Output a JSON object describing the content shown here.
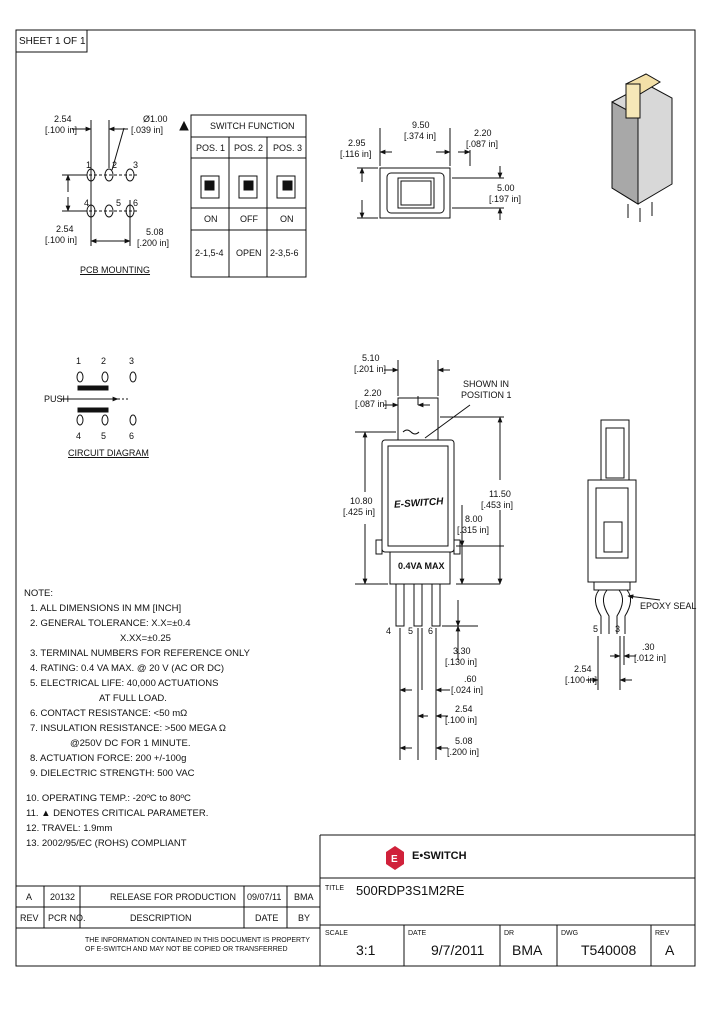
{
  "sheet_tag": "SHEET 1 OF 1",
  "pcb": {
    "dim_pitch_mm": "2.54",
    "dim_pitch_in": "[.100 in]",
    "dim_hole_mm": "Ø1.00",
    "dim_hole_in": "[.039 in]",
    "dim_pitch2_mm": "2.54",
    "dim_pitch2_in": "[.100 in]",
    "dim_span_mm": "5.08",
    "dim_span_in": "[.200 in]",
    "pins_top": [
      "1",
      "2",
      "3"
    ],
    "pins_bottom": [
      "4",
      "5",
      "6"
    ],
    "caption": "PCB MOUNTING"
  },
  "switch_function": {
    "title": "SWITCH FUNCTION",
    "headers": [
      "POS. 1",
      "POS. 2",
      "POS. 3"
    ],
    "states": [
      "ON",
      "OFF",
      "ON"
    ],
    "circuits": [
      "2-1,5-4",
      "OPEN",
      "2-3,5-6"
    ]
  },
  "top_view": {
    "width_mm": "9.50",
    "width_in": "[.374 in]",
    "side_mm": "2.20",
    "side_in": "[.087 in]",
    "height_mm": "2.95",
    "height_in": "[.116 in]",
    "depth_mm": "5.00",
    "depth_in": "[.197 in]"
  },
  "circuit": {
    "pins_top": [
      "1",
      "2",
      "3"
    ],
    "pins_bottom": [
      "4",
      "5",
      "6"
    ],
    "push_label": "PUSH",
    "caption": "CIRCUIT DIAGRAM"
  },
  "front_view": {
    "w_mm": "5.10",
    "w_in": "[.201 in]",
    "act_mm": "2.20",
    "act_in": "[.087 in]",
    "callout": [
      "SHOWN IN",
      "POSITION 1"
    ],
    "h_mm": "10.80",
    "h_in": "[.425 in]",
    "h2_mm": "11.50",
    "h2_in": "[.453 in]",
    "body_mm": "8.00",
    "body_in": "[.315 in]",
    "brand": "E-SWITCH",
    "rating": "0.4VA MAX",
    "pins": [
      "4",
      "5",
      "6"
    ],
    "pin_mm": "3.30",
    "pin_in": "[.130 in]",
    "pin_w_mm": ".60",
    "pin_w_in": "[.024 in]",
    "pitch_mm": "2.54",
    "pitch_in": "[.100 in]",
    "span_mm": "5.08",
    "span_in": "[.200 in]"
  },
  "side_view": {
    "callout": "EPOXY SEAL",
    "pins": [
      "5",
      "3"
    ],
    "gap_mm": ".30",
    "gap_in": "[.012 in]",
    "pitch_mm": "2.54",
    "pitch_in": "[.100 in]"
  },
  "notes": {
    "title": "NOTE:",
    "lines": [
      "1. ALL DIMENSIONS IN MM [INCH]",
      "2. GENERAL TOLERANCE: X.X=±0.4",
      "X.XX=±0.25",
      "3. TERMINAL NUMBERS FOR REFERENCE ONLY",
      "4. RATING: 0.4 VA MAX. @ 20 V (AC OR DC)",
      "5. ELECTRICAL LIFE: 40,000 ACTUATIONS",
      "AT FULL LOAD.",
      "6. CONTACT RESISTANCE: <50 mΩ",
      "7. INSULATION RESISTANCE: >500 MEGA Ω",
      "@250V DC FOR 1 MINUTE.",
      "8. ACTUATION FORCE: 200 +/-100g",
      "9. DIELECTRIC STRENGTH: 500 VAC",
      "10. OPERATING TEMP.: -20ºC to 80ºC",
      "11. ▲ DENOTES CRITICAL PARAMETER.",
      "12. TRAVEL: 1.9mm",
      "13. 2002/95/EC (ROHS) COMPLIANT"
    ]
  },
  "logo": {
    "text": "E•SWITCH",
    "color": "#d0213a"
  },
  "revision": {
    "row": [
      "A",
      "20132",
      "RELEASE FOR PRODUCTION",
      "09/07/11",
      "BMA"
    ],
    "header": [
      "REV",
      "PCR NO.",
      "DESCRIPTION",
      "DATE",
      "BY"
    ],
    "disclaimer": [
      "THE INFORMATION CONTAINED IN THIS DOCUMENT IS PROPERTY",
      "OF E-SWITCH AND MAY NOT BE COPIED OR TRANSFERRED"
    ]
  },
  "title_block": {
    "title_label": "TITLE",
    "title": "500RDP3S1M2RE",
    "scale_label": "SCALE",
    "scale": "3:1",
    "date_label": "DATE",
    "date": "9/7/2011",
    "dr_label": "DR",
    "dr": "BMA",
    "dwg_label": "DWG",
    "dwg": "T540008",
    "rev_label": "REV",
    "rev": "A"
  }
}
